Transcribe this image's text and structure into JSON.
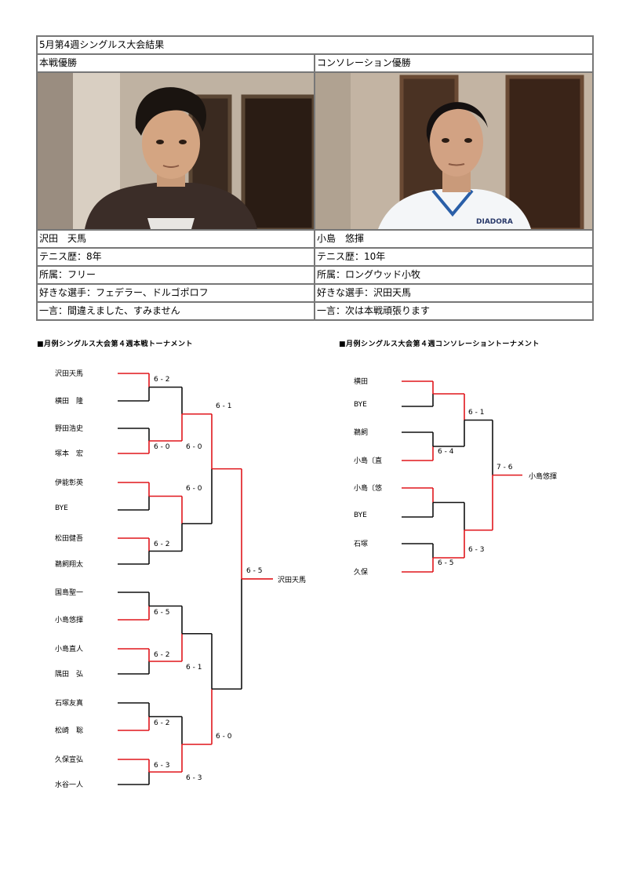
{
  "title": "5月第4週シングルス大会結果",
  "main_winner": {
    "header": "本戦優勝",
    "name": "沢田　天馬",
    "history": "テニス歴：8年",
    "affiliation": "所属：フリー",
    "favorite": "好きな選手：フェデラー、ドルゴポロフ",
    "comment": "一言：間違えました、すみません"
  },
  "consolation_winner": {
    "header": "コンソレーション優勝",
    "name": "小島　悠揮",
    "history": "テニス歴：10年",
    "affiliation": "所属：ロングウッド小牧",
    "favorite": "好きな選手：沢田天馬",
    "comment": "一言：次は本戦頑張ります",
    "shirt_logo": "DIADORA"
  },
  "main_bracket": {
    "title": "■月例シングルス大会第４週本戦トーナメント",
    "players": [
      "沢田天馬",
      "横田　隆",
      "野田浩史",
      "塚本　宏",
      "伊能彰英",
      "BYE",
      "松田健吾",
      "鵜飼翔太",
      "国島聖一",
      "小島悠揮",
      "小島直人",
      "隅田　弘",
      "石塚友真",
      "松崎　聡",
      "久保宣弘",
      "水谷一人"
    ],
    "scores_r1": [
      "6 - 2",
      "6 - 0",
      "",
      "6 - 2",
      "6 - 5",
      "6 - 2",
      "6 - 2",
      "6 - 3"
    ],
    "scores_r2": [
      "6 - 0",
      "6 - 0",
      "6 - 1",
      "6 - 3"
    ],
    "scores_r3": [
      "6 - 1",
      "6 - 0"
    ],
    "score_final": "6 - 5",
    "champion": "沢田天馬"
  },
  "consolation_bracket": {
    "title": "■月例シングルス大会第４週コンソレーショントーナメント",
    "players": [
      "横田",
      "BYE",
      "鵜飼",
      "小島〔直",
      "小島〔悠",
      "BYE",
      "石塚",
      "久保"
    ],
    "scores_r1": [
      "",
      "6 - 4",
      "",
      "6 - 5"
    ],
    "scores_r2": [
      "6 - 1",
      "6 - 3"
    ],
    "score_final": "7 - 6",
    "champion": "小島悠揮"
  }
}
